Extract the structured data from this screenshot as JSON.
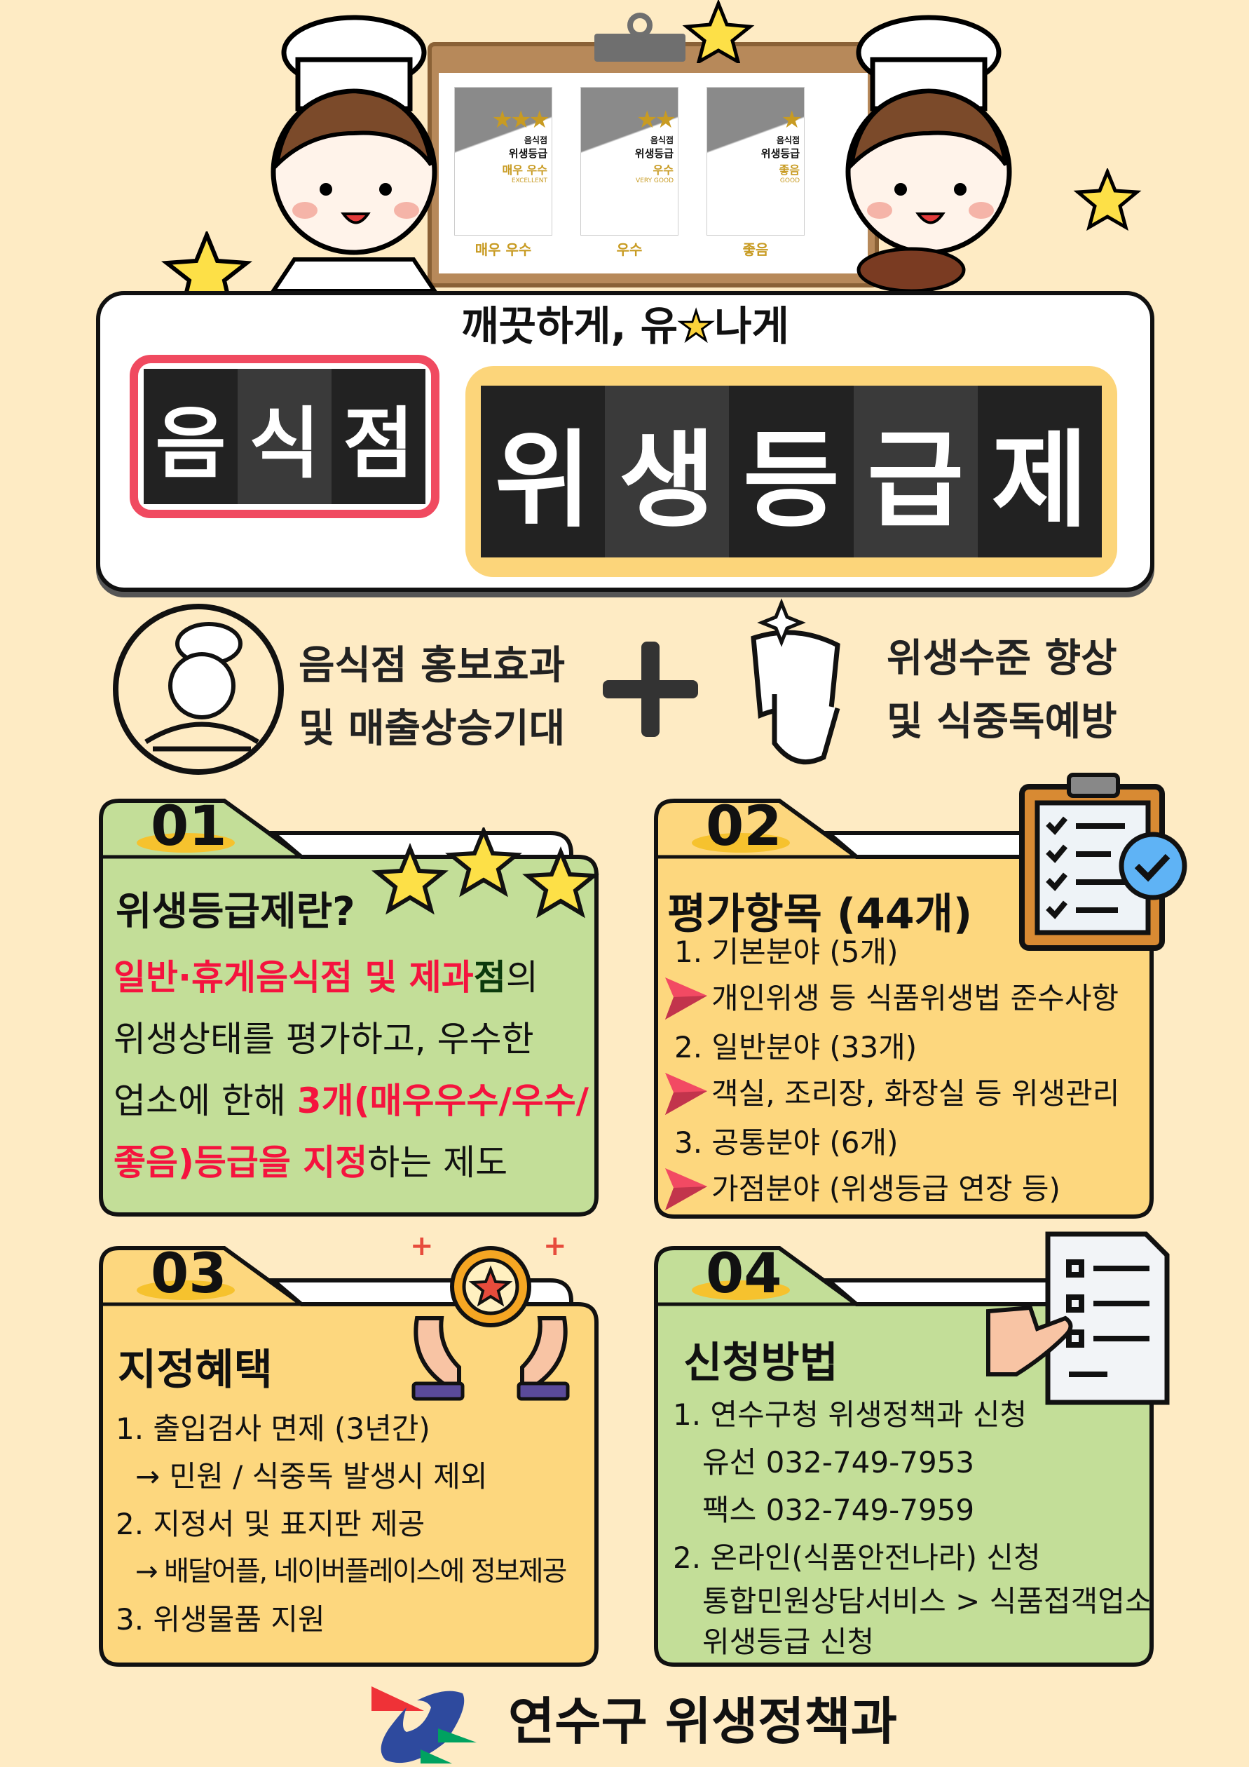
{
  "header": {
    "certificates": [
      {
        "title1": "음식점",
        "title2": "위생등급",
        "grade": "매우 우수",
        "grade_en": "EXCELLENT",
        "caption": "매우 우수",
        "stars": 3
      },
      {
        "title1": "음식점",
        "title2": "위생등급",
        "grade": "우수",
        "grade_en": "VERY GOOD",
        "caption": "우수",
        "stars": 2
      },
      {
        "title1": "음식점",
        "title2": "위생등급",
        "grade": "좋음",
        "grade_en": "GOOD",
        "caption": "좋음",
        "stars": 1
      }
    ]
  },
  "title": {
    "slogan_part1": "깨끗하게, 유",
    "slogan_part2": "나게",
    "small_chars": [
      "음",
      "식",
      "점"
    ],
    "big_chars": [
      "위",
      "생",
      "등",
      "급",
      "제"
    ]
  },
  "benefits": {
    "left": [
      "음식점 홍보효과",
      "및 매출상승기대"
    ],
    "right": [
      "위생수준 향상",
      "및 식중독예방"
    ]
  },
  "sections": {
    "s01": {
      "number": "01",
      "heading": "위생등급제란?",
      "l1a": "일반·휴게음식점 및 제과",
      "l1b": "점",
      "l1c": "의",
      "l2": "위생상태를 평가하고, 우수한",
      "l3a": "업소에 한해 ",
      "l3b": "3개(매우우수/우수/",
      "l4a": "좋음)등급을 지정",
      "l4b": "하는 제도"
    },
    "s02": {
      "number": "02",
      "heading": "평가항목 (44개)",
      "items": [
        {
          "title": "1. 기본분야 (5개)",
          "detail": "개인위생 등 식품위생법 준수사항"
        },
        {
          "title": "2. 일반분야 (33개)",
          "detail": "객실, 조리장, 화장실 등 위생관리"
        },
        {
          "title": "3. 공통분야 (6개)",
          "detail": "가점분야 (위생등급 연장 등)"
        }
      ]
    },
    "s03": {
      "number": "03",
      "heading": "지정혜택",
      "lines": [
        "1. 출입검사 면제 (3년간)",
        "→ 민원 / 식중독 발생시 제외",
        "2. 지정서 및 표지판 제공",
        "→ 배달어플, 네이버플레이스에 정보제공",
        "3. 위생물품 지원"
      ]
    },
    "s04": {
      "number": "04",
      "heading": "신청방법",
      "lines": [
        "1.  연수구청 위생정책과 신청",
        "유선 032-749-7953",
        "팩스 032-749-7959",
        "2. 온라인(식품안전나라) 신청",
        "통합민원상담서비스 > 식품접객업소",
        "위생등급 신청"
      ]
    }
  },
  "footer": {
    "org": "연수구 위생정책과"
  },
  "colors": {
    "background": "#feebc4",
    "green": "#c3de98",
    "yellow": "#fdd77e",
    "accent_red": "#f5133e",
    "pink_border": "#f04a60"
  }
}
